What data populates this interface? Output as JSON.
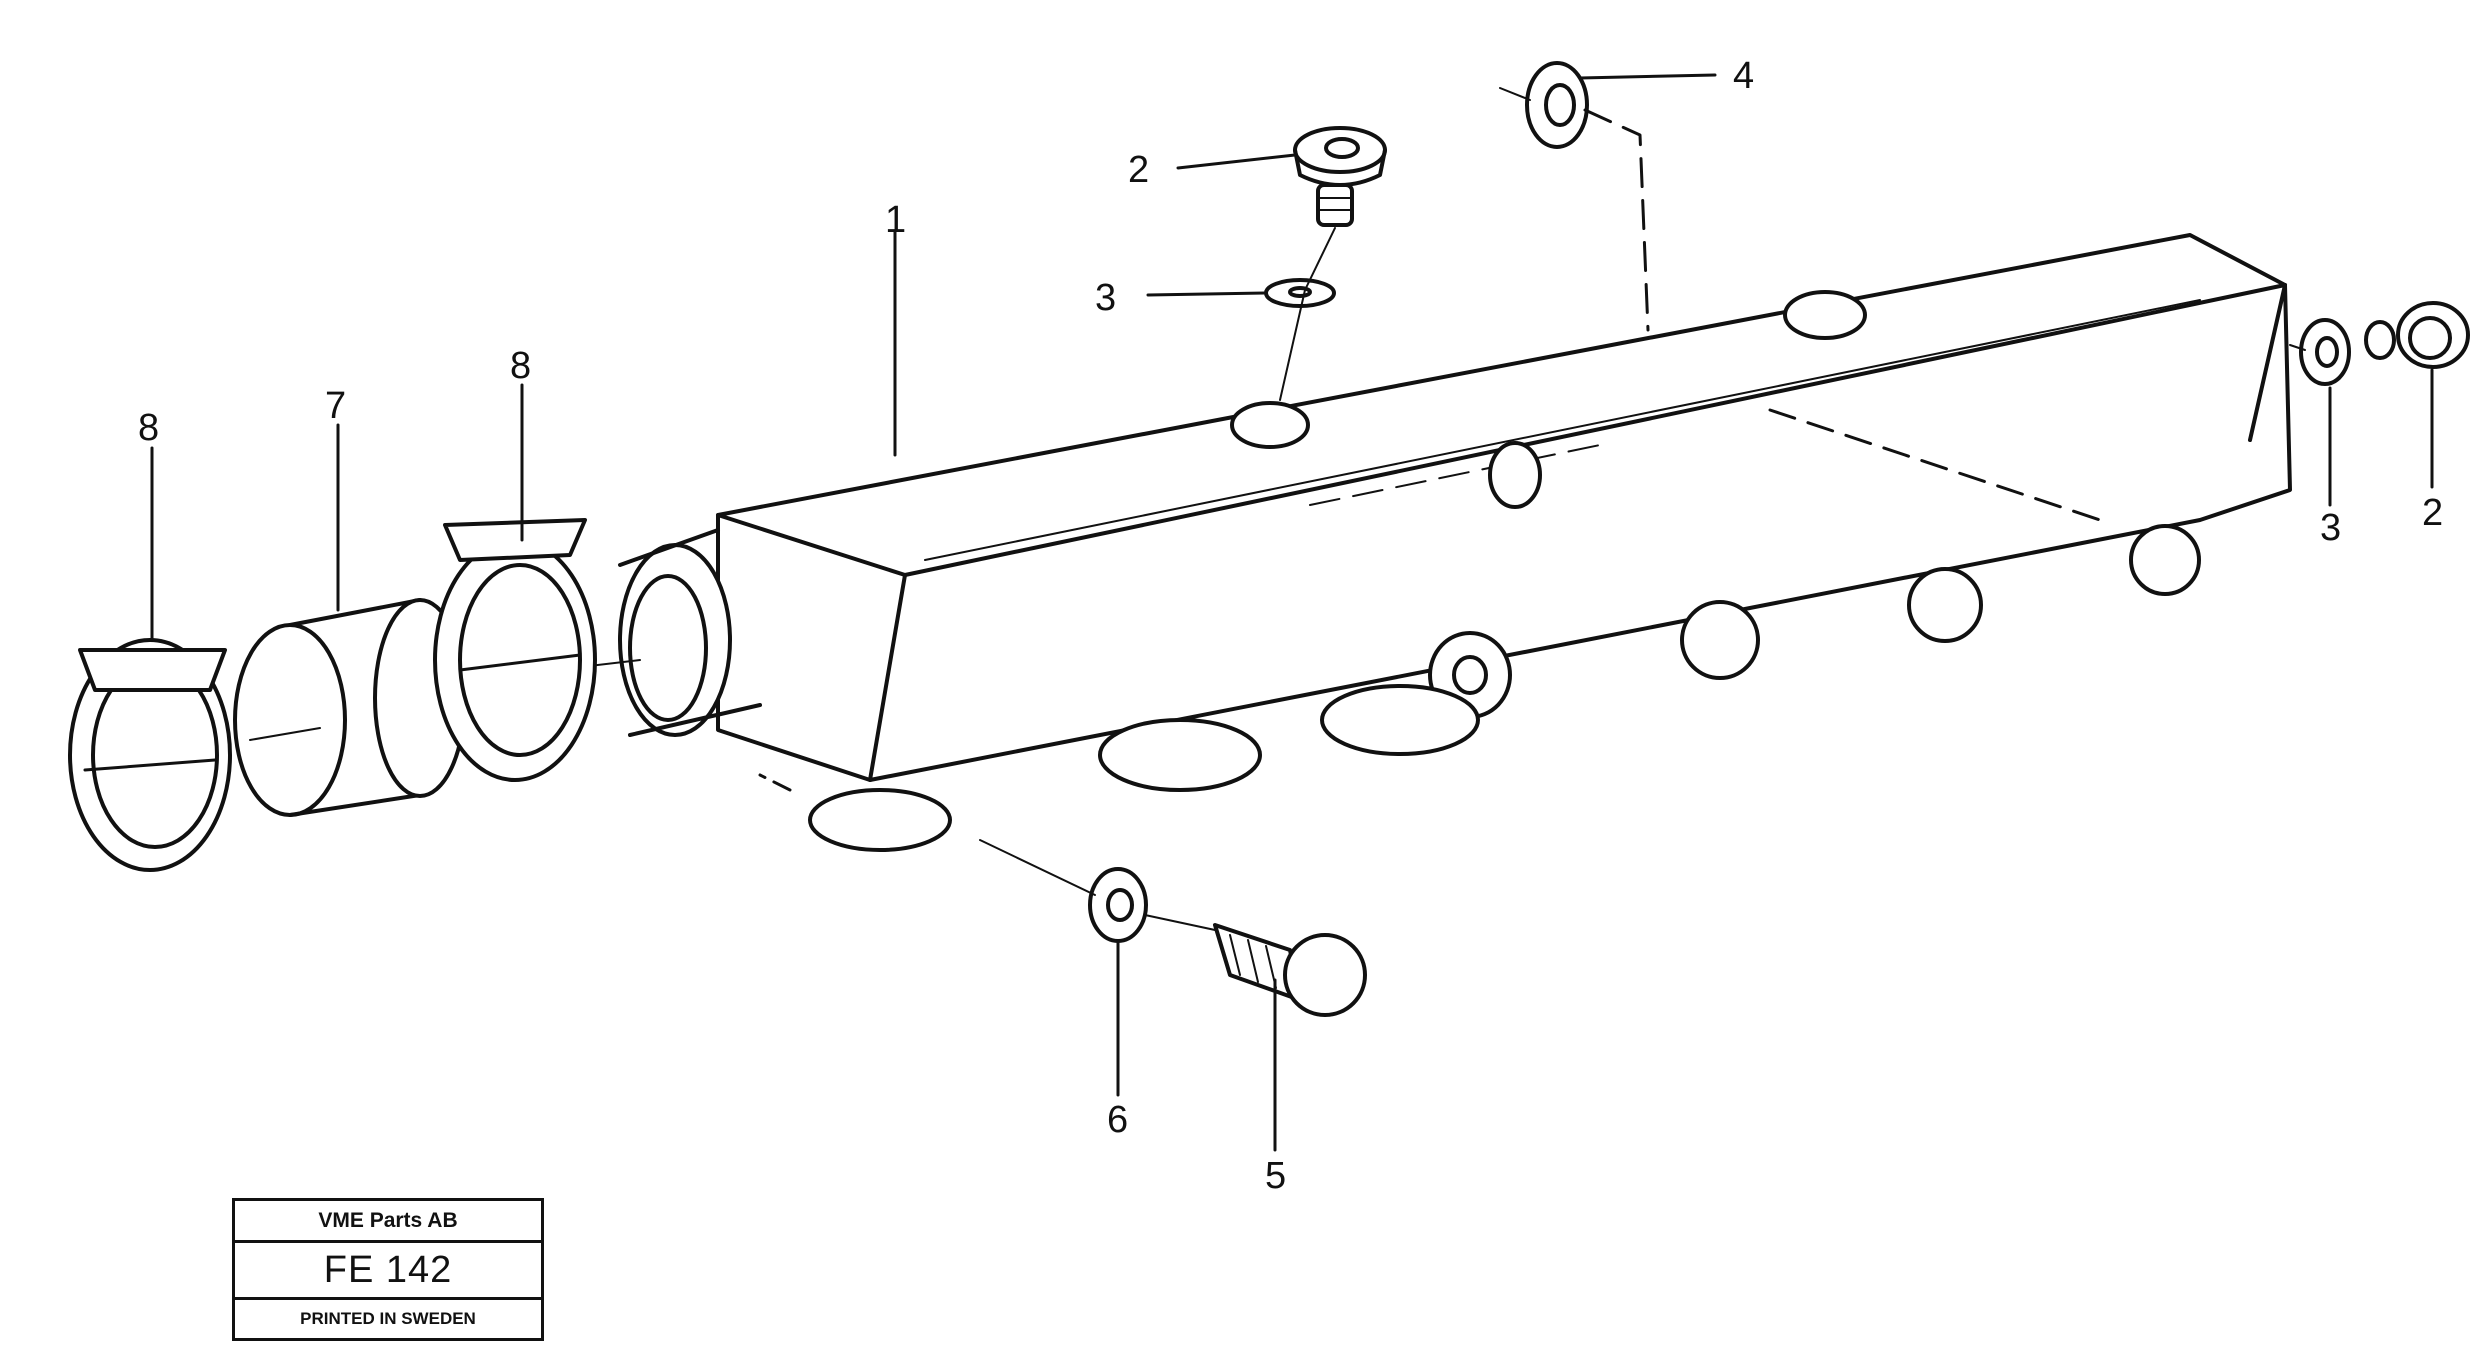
{
  "callouts": {
    "c1": "1",
    "c2a": "2",
    "c2b": "2",
    "c3a": "3",
    "c3b": "3",
    "c4": "4",
    "c5": "5",
    "c6": "6",
    "c7": "7",
    "c8a": "8",
    "c8b": "8"
  },
  "stamp": {
    "company": "VME Parts AB",
    "code": "FE 142",
    "printed": "PRINTED IN SWEDEN"
  }
}
